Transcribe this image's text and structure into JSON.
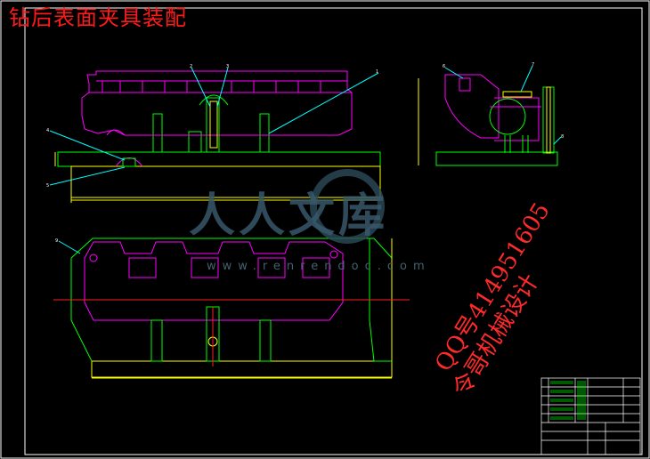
{
  "title": "钻后表面夹具装配",
  "watermark": {
    "brand": "人人文库",
    "url": "www.renrendoc.com"
  },
  "stamp": {
    "line1": "QQ号414951605",
    "line2": "令哥机械设计"
  },
  "balloons": [
    "1",
    "2",
    "3",
    "4",
    "5",
    "6",
    "7",
    "8",
    "9"
  ],
  "colors": {
    "background": "#000000",
    "frame": "#ffffff",
    "outline": "#00ff00",
    "part": "#ff00ff",
    "dimension": "#ffff00",
    "leader": "#00ffff",
    "text_red": "#ff2020"
  }
}
